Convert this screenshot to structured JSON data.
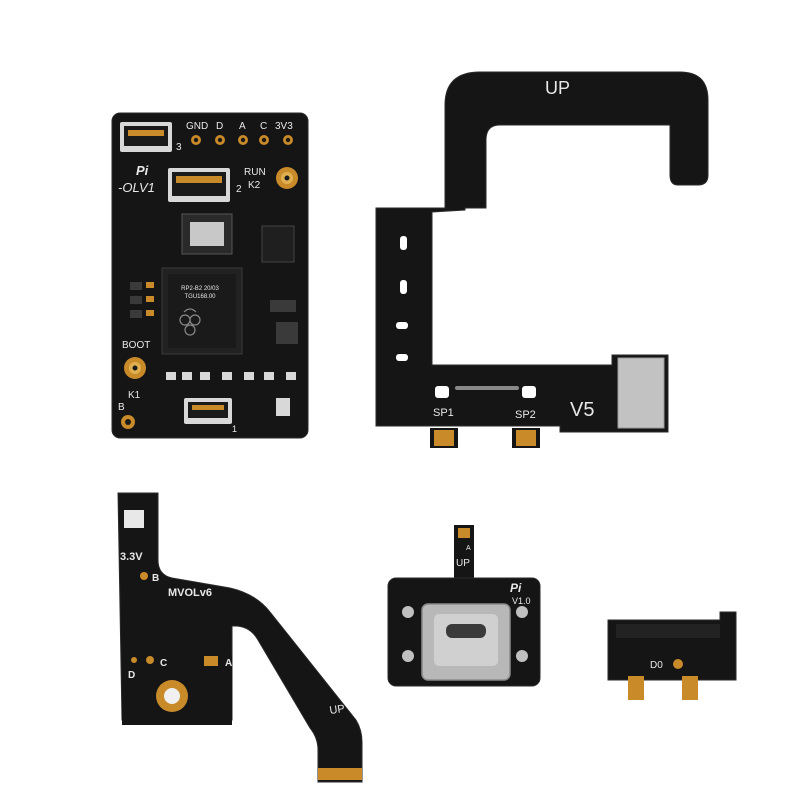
{
  "colors": {
    "background": "#ffffff",
    "pcb_black": "#161616",
    "pcb_edge": "#2a2a2a",
    "silkscreen": "#e8e8e8",
    "gold": "#c98a2a",
    "gold_light": "#e0b050",
    "steel": "#b8b8b8",
    "chip": "#1f1f1f"
  },
  "main_board": {
    "header_labels": [
      "GND",
      "D",
      "A",
      "C",
      "3V3"
    ],
    "model": "-OLV1",
    "connector_1": "1",
    "connector_2": "2",
    "connector_3": "3",
    "run_label": "RUN",
    "k2_label": "K2",
    "boot_label": "BOOT",
    "k1_label": "K1",
    "b_label": "B",
    "chip_line_1": "RP2-B2  20/03",
    "chip_line_2": "TGU168.00"
  },
  "flex_top_right": {
    "up_label": "UP",
    "sp1_label": "SP1",
    "sp2_label": "SP2",
    "version_label": "V5"
  },
  "flex_bottom_left": {
    "voltage_label": "3.3V",
    "b_label": "B",
    "model_label": "MVOLv6",
    "c_label": "C",
    "d_label": "D",
    "a_label": "A",
    "up_label": "UP"
  },
  "usb_board": {
    "up_label": "UP",
    "a_label": "A",
    "version_label": "V1.0"
  },
  "small_board": {
    "pin_label": "D0"
  }
}
